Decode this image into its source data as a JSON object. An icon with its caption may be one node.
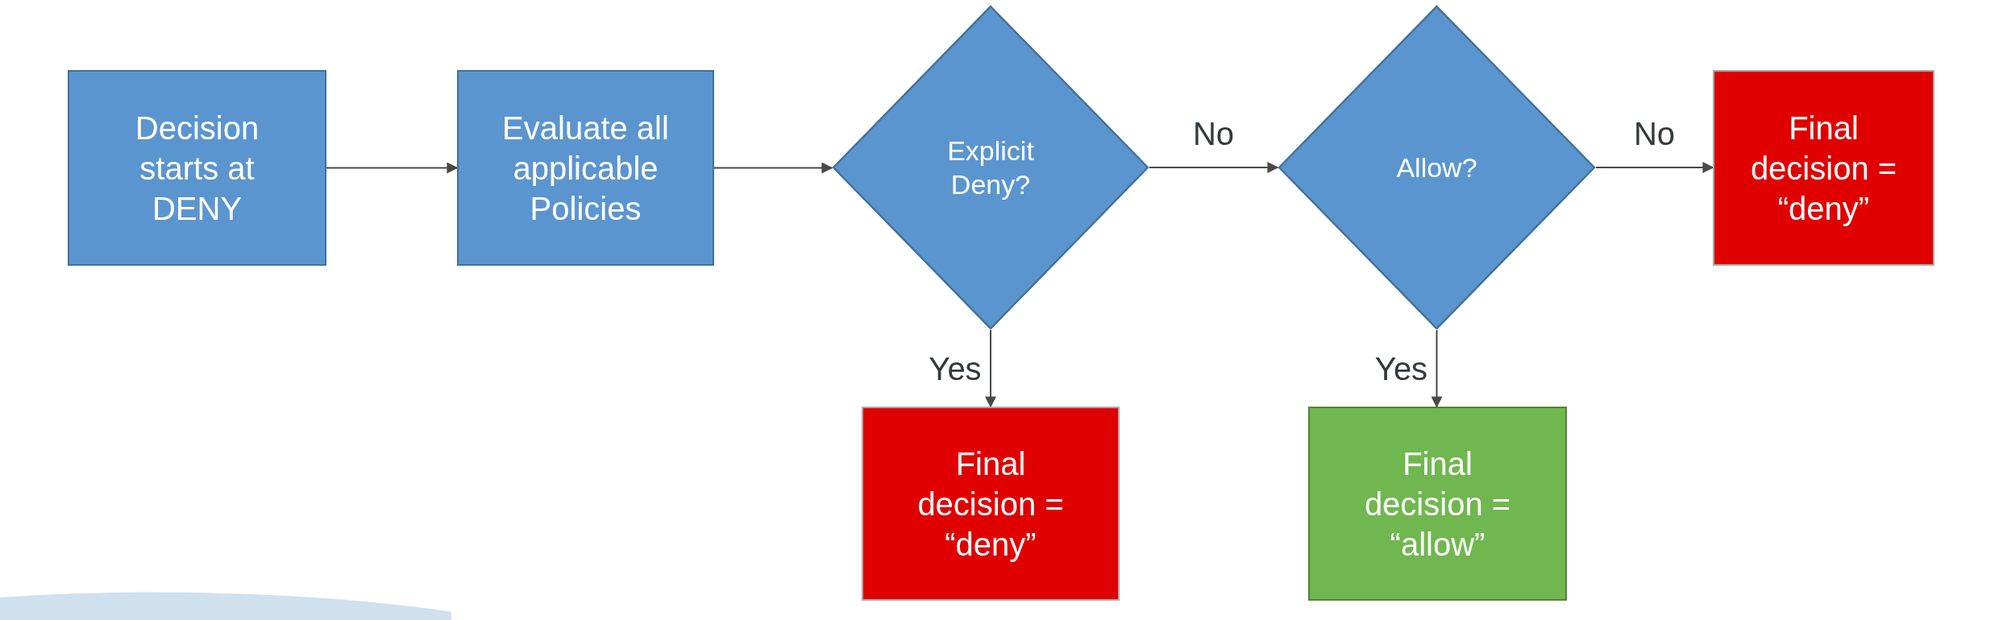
{
  "diagram": {
    "nodes": [
      {
        "text": [
          "Decision starts at DENY"
        ]
      },
      {
        "text": [
          "Evaluate all applicable Policies"
        ]
      },
      {
        "text": [
          "Explicit Deny?"
        ]
      },
      {
        "text": [
          "Allow?"
        ]
      },
      {
        "text": [
          "Final decision = “deny”"
        ]
      },
      {
        "text": [
          "Final decision = “deny”"
        ]
      },
      {
        "text": [
          "Final decision = “allow”"
        ]
      }
    ],
    "edges": [
      {
        "from": 0,
        "to": 1,
        "arrow": "to"
      },
      {
        "from": 1,
        "to": 2,
        "arrow": "to"
      },
      {
        "from": 2,
        "to": 3,
        "arrow": "to",
        "label": "No"
      },
      {
        "from": 3,
        "to": 4,
        "arrow": "to",
        "label": "No"
      },
      {
        "from": 2,
        "to": 5,
        "arrow": "to",
        "label": "Yes"
      },
      {
        "from": 3,
        "to": 6,
        "arrow": "to",
        "label": "Yes"
      }
    ]
  }
}
